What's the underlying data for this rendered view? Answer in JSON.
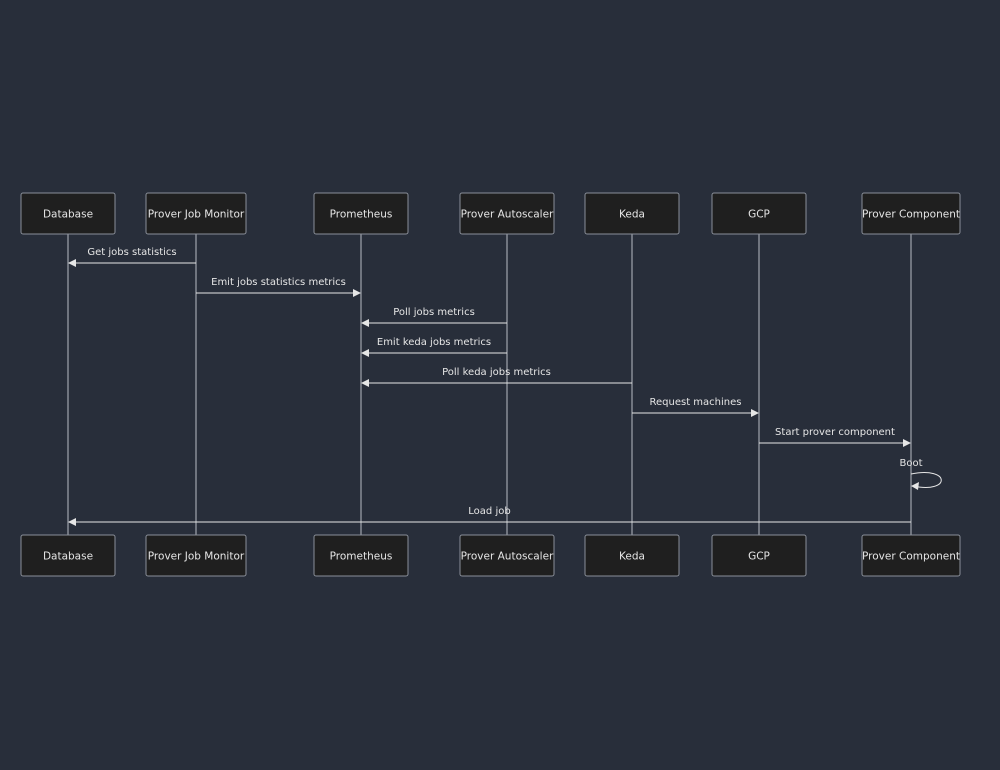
{
  "diagram": {
    "type": "sequence",
    "participants": [
      {
        "id": "db",
        "label": "Database"
      },
      {
        "id": "pjm",
        "label": "Prover Job Monitor"
      },
      {
        "id": "prom",
        "label": "Prometheus"
      },
      {
        "id": "pa",
        "label": "Prover Autoscaler"
      },
      {
        "id": "keda",
        "label": "Keda"
      },
      {
        "id": "gcp",
        "label": "GCP"
      },
      {
        "id": "pc",
        "label": "Prover Component"
      }
    ],
    "messages": [
      {
        "from": "pjm",
        "to": "db",
        "label": "Get jobs statistics"
      },
      {
        "from": "pjm",
        "to": "prom",
        "label": "Emit jobs statistics metrics"
      },
      {
        "from": "pa",
        "to": "prom",
        "label": "Poll jobs metrics"
      },
      {
        "from": "pa",
        "to": "prom",
        "label": "Emit keda jobs metrics"
      },
      {
        "from": "keda",
        "to": "prom",
        "label": "Poll keda jobs metrics"
      },
      {
        "from": "keda",
        "to": "gcp",
        "label": "Request machines"
      },
      {
        "from": "gcp",
        "to": "pc",
        "label": "Start prover component"
      },
      {
        "from": "pc",
        "to": "pc",
        "label": "Boot"
      },
      {
        "from": "pc",
        "to": "db",
        "label": "Load job"
      }
    ]
  }
}
